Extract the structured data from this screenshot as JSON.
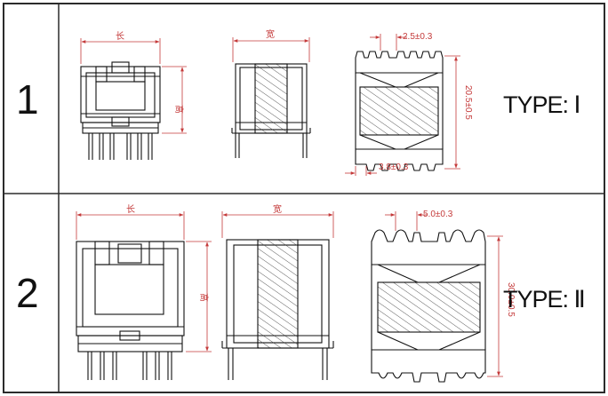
{
  "rows": [
    {
      "number": "1",
      "type_label": "TYPE: Ⅰ",
      "front_view": {
        "width_label": "长",
        "height_label": "高"
      },
      "side_view": {
        "width_label": "宽"
      },
      "bottom_view": {
        "pin_pitch": "2.5±0.3",
        "row_spacing": "20.5±0.5",
        "pin_offset": "3.8±0.3"
      }
    },
    {
      "number": "2",
      "type_label": "TYPE: Ⅱ",
      "front_view": {
        "width_label": "长",
        "height_label": "高"
      },
      "side_view": {
        "width_label": "宽"
      },
      "bottom_view": {
        "pin_pitch": "5.0±0.3",
        "row_spacing": "30.0±0.5"
      }
    }
  ],
  "colors": {
    "dimension": "#c43a3a",
    "line": "#111111",
    "border": "#2b2b2b"
  }
}
